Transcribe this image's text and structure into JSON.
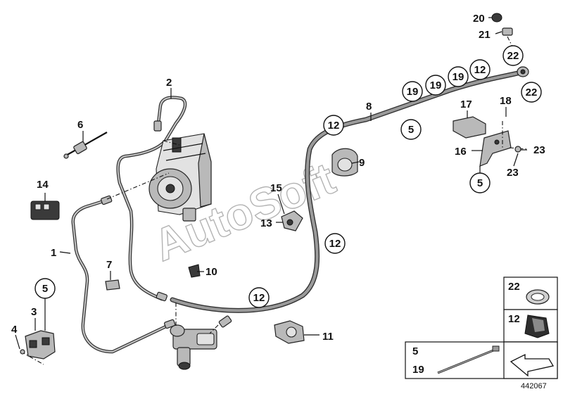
{
  "diagram": {
    "labels": {
      "l1": "1",
      "l2": "2",
      "l3": "3",
      "l4": "4",
      "l5a": "5",
      "l5b": "5",
      "l5c": "5",
      "l6": "6",
      "l7": "7",
      "l8": "8",
      "l9": "9",
      "l10": "10",
      "l11": "11",
      "l12a": "12",
      "l12b": "12",
      "l12c": "12",
      "l12d": "12",
      "l13": "13",
      "l14": "14",
      "l15": "15",
      "l16": "16",
      "l17": "17",
      "l18": "18",
      "l19a": "19",
      "l19b": "19",
      "l19c": "19",
      "l20": "20",
      "l21": "21",
      "l22a": "22",
      "l22b": "22",
      "l23a": "23",
      "l23b": "23"
    },
    "legend": {
      "box22": "22",
      "box12": "12",
      "box5": "5",
      "box19": "19"
    },
    "watermark": "AutoSoft",
    "doc_number": "442067"
  }
}
